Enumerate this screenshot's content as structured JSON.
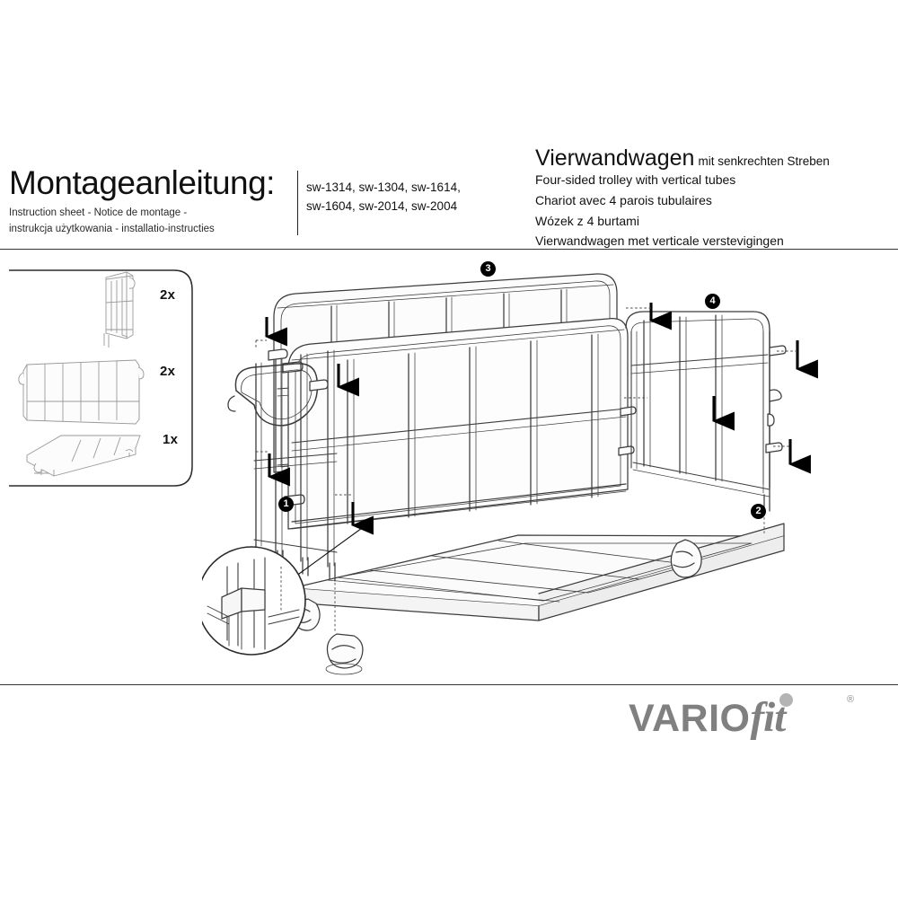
{
  "header": {
    "main_title": "Montageanleitung:",
    "subtitle_lines": [
      "Instruction sheet - Notice de montage  -",
      "instrukcja użytkowania - installatio-instructies"
    ],
    "model_numbers": [
      "sw-1314, sw-1304, sw-1614,",
      "sw-1604, sw-2014, sw-2004"
    ],
    "product_title": "Vierwandwagen",
    "product_title_sub": "mit senkrechten Streben",
    "product_lines": [
      "Four-sided trolley with vertical tubes",
      "Chariot avec 4 parois tubulaires",
      "Wózek z 4 burtami",
      "Vierwandwagen met verticale verstevigingen"
    ]
  },
  "parts_list": {
    "items": [
      {
        "name": "end-panel-with-handle",
        "qty": "2x"
      },
      {
        "name": "side-panel",
        "qty": "2x"
      },
      {
        "name": "platform-base",
        "qty": "1x"
      }
    ]
  },
  "callouts": [
    {
      "id": "1",
      "label": "1"
    },
    {
      "id": "2",
      "label": "2"
    },
    {
      "id": "3",
      "label": "3"
    },
    {
      "id": "4",
      "label": "4"
    }
  ],
  "logo": {
    "part_bold": "VARIO",
    "part_italic": "fit",
    "registered": "®",
    "color": "#808080",
    "dot_color": "#b4b4b4"
  },
  "colors": {
    "ink": "#1a1a1a",
    "line": "#333333",
    "drawing_line": "#3c3c3c",
    "logo_gray": "#808080",
    "panel_fill": "#fbfbfb"
  }
}
